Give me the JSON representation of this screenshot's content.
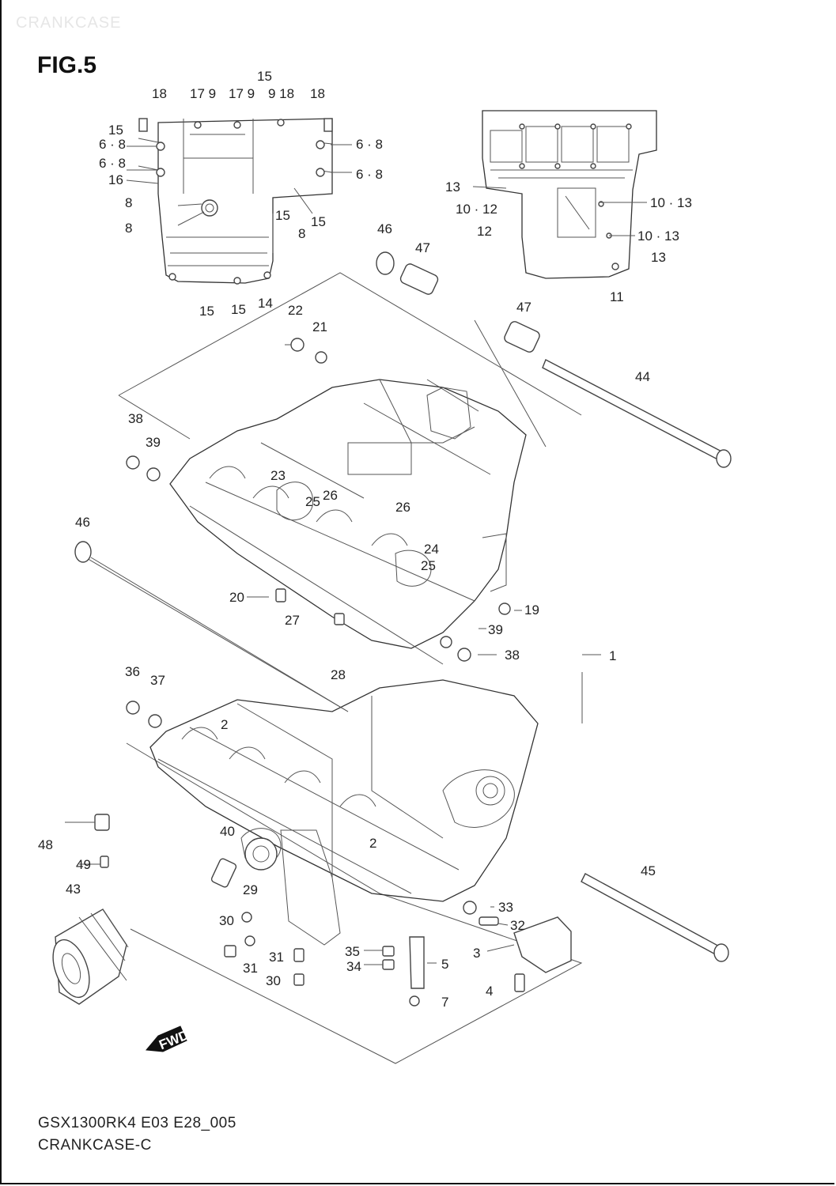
{
  "watermark": "CRANKCASE",
  "figure": "FIG.5",
  "drawing_code": "GSX1300RK4 E03 E28_005",
  "caption": "CRANKCASE-C",
  "fwd_label": "FWD",
  "callouts": {
    "c15_top": "15",
    "c18_a": "18",
    "c17_9_a": "17 9",
    "c17_9_b": "17 9",
    "c9_18": "9 18",
    "c18_b": "18",
    "c15_l": "15",
    "c6_8_l1": "6 · 8",
    "c6_8_l2": "6 · 8",
    "c16": "16",
    "c8_a": "8",
    "c8_b": "8",
    "c6_8_r1": "6 · 8",
    "c6_8_r2": "6 · 8",
    "c15_m": "15",
    "c8_c": "8",
    "c15_r": "15",
    "c15_b1": "15",
    "c15_b2": "15",
    "c14": "14",
    "c13_a": "13",
    "c10_12": "10 · 12",
    "c12": "12",
    "c10_13_a": "10 · 13",
    "c10_13_b": "10 · 13",
    "c13_b": "13",
    "c11": "11",
    "c46_a": "46",
    "c47_a": "47",
    "c47_b": "47",
    "c22": "22",
    "c21": "21",
    "c44": "44",
    "c38_a": "38",
    "c39_a": "39",
    "c23": "23",
    "c25_a": "25",
    "c26_a": "26",
    "c26_b": "26",
    "c24": "24",
    "c25_b": "25",
    "c46_b": "46",
    "c20": "20",
    "c27": "27",
    "c19": "19",
    "c39_b": "39",
    "c38_b": "38",
    "c1": "1",
    "c36": "36",
    "c37": "37",
    "c28": "28",
    "c2_a": "2",
    "c2_b": "2",
    "c40": "40",
    "c48": "48",
    "c49": "49",
    "c43": "43",
    "c45": "45",
    "c29": "29",
    "c30_a": "30",
    "c31_a": "31",
    "c31_b": "31",
    "c30_b": "30",
    "c33": "33",
    "c32": "32",
    "c35": "35",
    "c34": "34",
    "c5": "5",
    "c7": "7",
    "c3": "3",
    "c4": "4"
  }
}
